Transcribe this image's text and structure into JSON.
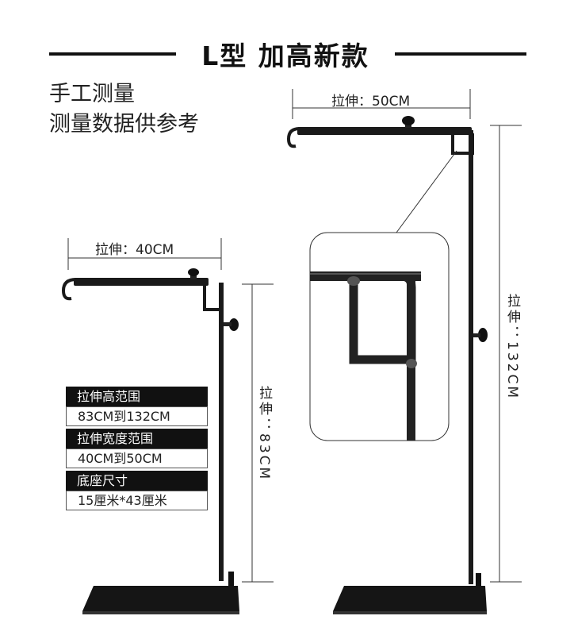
{
  "header": {
    "title": "L型 加高新款"
  },
  "notes": {
    "line1": "手工测量",
    "line2": "测量数据供参考"
  },
  "left_stand": {
    "width_label": "拉伸：40CM",
    "height_label": "拉伸：83CM"
  },
  "right_stand": {
    "width_label": "拉伸：50CM",
    "height_label": "拉伸：132CM"
  },
  "specs": [
    {
      "heading": "拉伸高范围",
      "value": "83CM到132CM"
    },
    {
      "heading": "拉伸宽度范围",
      "value": "40CM到50CM"
    },
    {
      "heading": "底座尺寸",
      "value": "15厘米*43厘米"
    }
  ]
}
